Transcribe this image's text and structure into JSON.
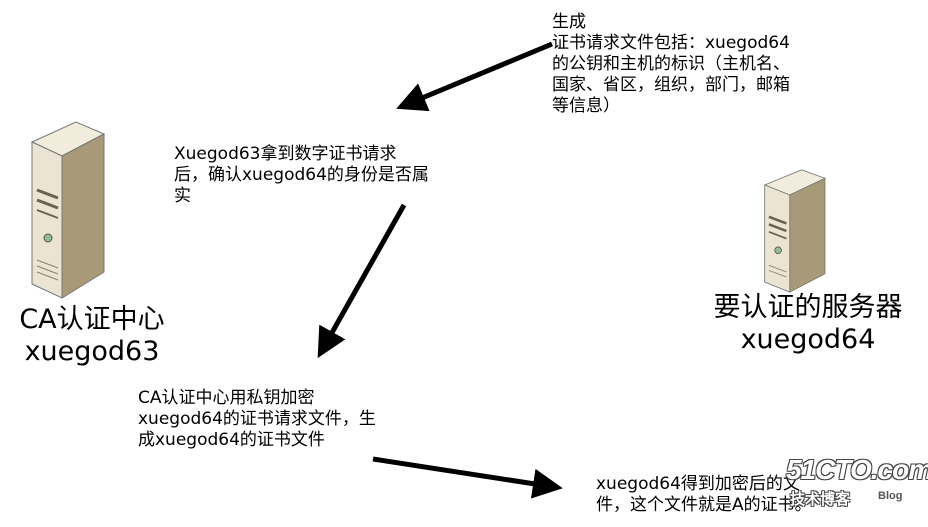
{
  "ca_server": {
    "label_line1": "CA认证中心",
    "label_line2": "xuegod63"
  },
  "target_server": {
    "label_line1": "要认证的服务器",
    "label_line2": "xuegod64"
  },
  "notes": {
    "generate": "生成\n证书请求文件包括：xuegod64\n的公钥和主机的标识（主机名、\n国家、省区，组织，部门，邮箱\n等信息）",
    "verify": "Xuegod63拿到数字证书请求\n后，确认xuegod64的身份是否属\n实",
    "sign": "CA认证中心用私钥加密\nxuegod64的证书请求文件，生\n成xuegod64的证书文件",
    "receive": "xuegod64得到加密后的文\n件，这个文件就是A的证书。"
  },
  "watermark": {
    "main": "51CTO.com",
    "sub": "技术博客",
    "blog": "Blog"
  },
  "colors": {
    "arrow": "#000000",
    "server_light": "#ece4d2",
    "server_dark": "#a89a78"
  },
  "icons": [
    "server-icon",
    "server-icon"
  ]
}
